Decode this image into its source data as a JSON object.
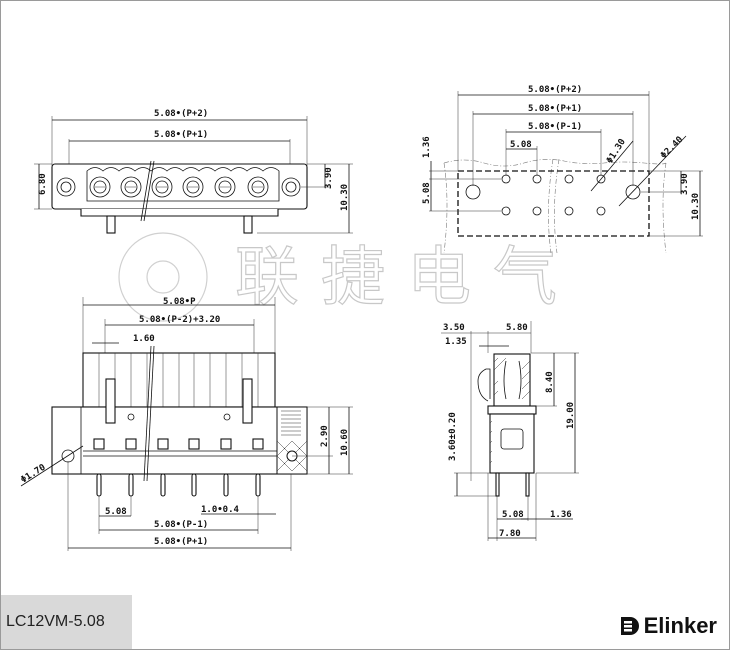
{
  "watermark": {
    "text": "联捷电气"
  },
  "title": "LC12VM-5.08",
  "logo": {
    "text": "Elinker"
  },
  "front_top_view": {
    "overall": "5.08•(P+2)",
    "pitch_span": "5.08•(P+1)",
    "height": "6.80",
    "hole_height": "3.90",
    "total_height": "10.30"
  },
  "pcb_layout_view": {
    "overall": "5.08•(P+2)",
    "mount_span": "5.08•(P+1)",
    "pin_span": "5.08•(P-1)",
    "pitch": "5.08",
    "offset": "1.36",
    "row_pitch": "5.08",
    "pin_hole": "Φ1.30",
    "mount_hole": "Φ2.40",
    "hole_height": "3.90",
    "total_height": "10.30"
  },
  "front_bottom_view": {
    "body_width": "5.08•P",
    "latch_span": "5.08•(P-2)+3.20",
    "latch_width": "1.60",
    "hole": "Φ1.70",
    "pin_height": "2.90",
    "body_height": "10.60",
    "pitch": "5.08",
    "pin_size": "1.0•0.4",
    "pin_span": "5.08•(P-1)",
    "mount_span": "5.08•(P+1)"
  },
  "side_view": {
    "top_left": "3.50",
    "top_right": "5.80",
    "latch_offset": "1.35",
    "upper_height": "8.40",
    "total_height": "19.00",
    "pin_length": "3.60±0.20",
    "pitch": "5.08",
    "edge": "1.36",
    "depth": "7.80"
  }
}
